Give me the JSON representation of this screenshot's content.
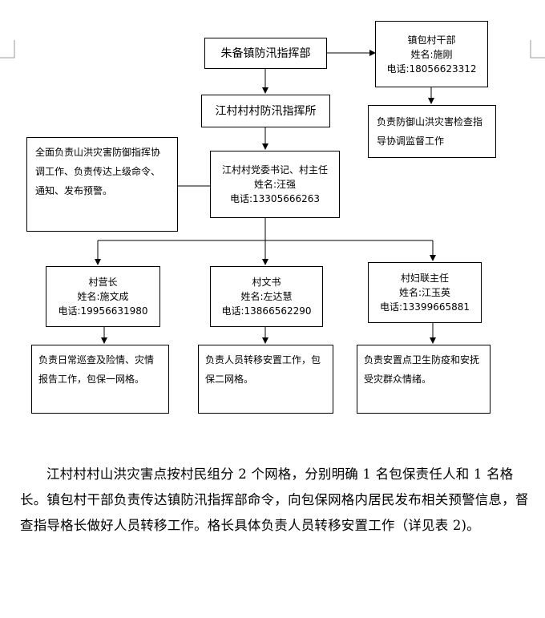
{
  "org_chart": {
    "town_hq": "朱备镇防汛指挥部",
    "town_cadre": {
      "title": "镇包村干部",
      "name": "姓名:施刚",
      "phone": "电话:18056623312"
    },
    "cadre_duty": "负责防御山洪灾害检查指导协调监督工作",
    "village_hq": "江村村村防汛指挥所",
    "village_leader": {
      "title": "江村村党委书记、村主任",
      "name": "姓名:汪强",
      "phone": "电话:13305666263"
    },
    "leader_duty": "全面负责山洪灾害防御指挥协调工作、负责传达上级命令、通知、发布预警。",
    "sub_units": [
      {
        "title": "村营长",
        "name": "姓名:施文成",
        "phone": "电话:19956631980",
        "duty": "负责日常巡查及险情、灾情报告工作，包保一网格。"
      },
      {
        "title": "村文书",
        "name": "姓名:左达慧",
        "phone": "电话:13866562290",
        "duty": "负责人员转移安置工作，包保二网格。"
      },
      {
        "title": "村妇联主任",
        "name": "姓名:江玉英",
        "phone": "电话:13399665881",
        "duty": "负责安置点卫生防疫和安抚受灾群众情绪。"
      }
    ]
  },
  "paragraph": "江村村村山洪灾害点按村民组分 2 个网格，分别明确 1 名包保责任人和 1 名格长。镇包村干部负责传达镇防汛指挥部命令，向包保网格内居民发布相关预警信息，督查指导格长做好人员转移工作。格长具体负责人员转移安置工作（详见表 2)。"
}
